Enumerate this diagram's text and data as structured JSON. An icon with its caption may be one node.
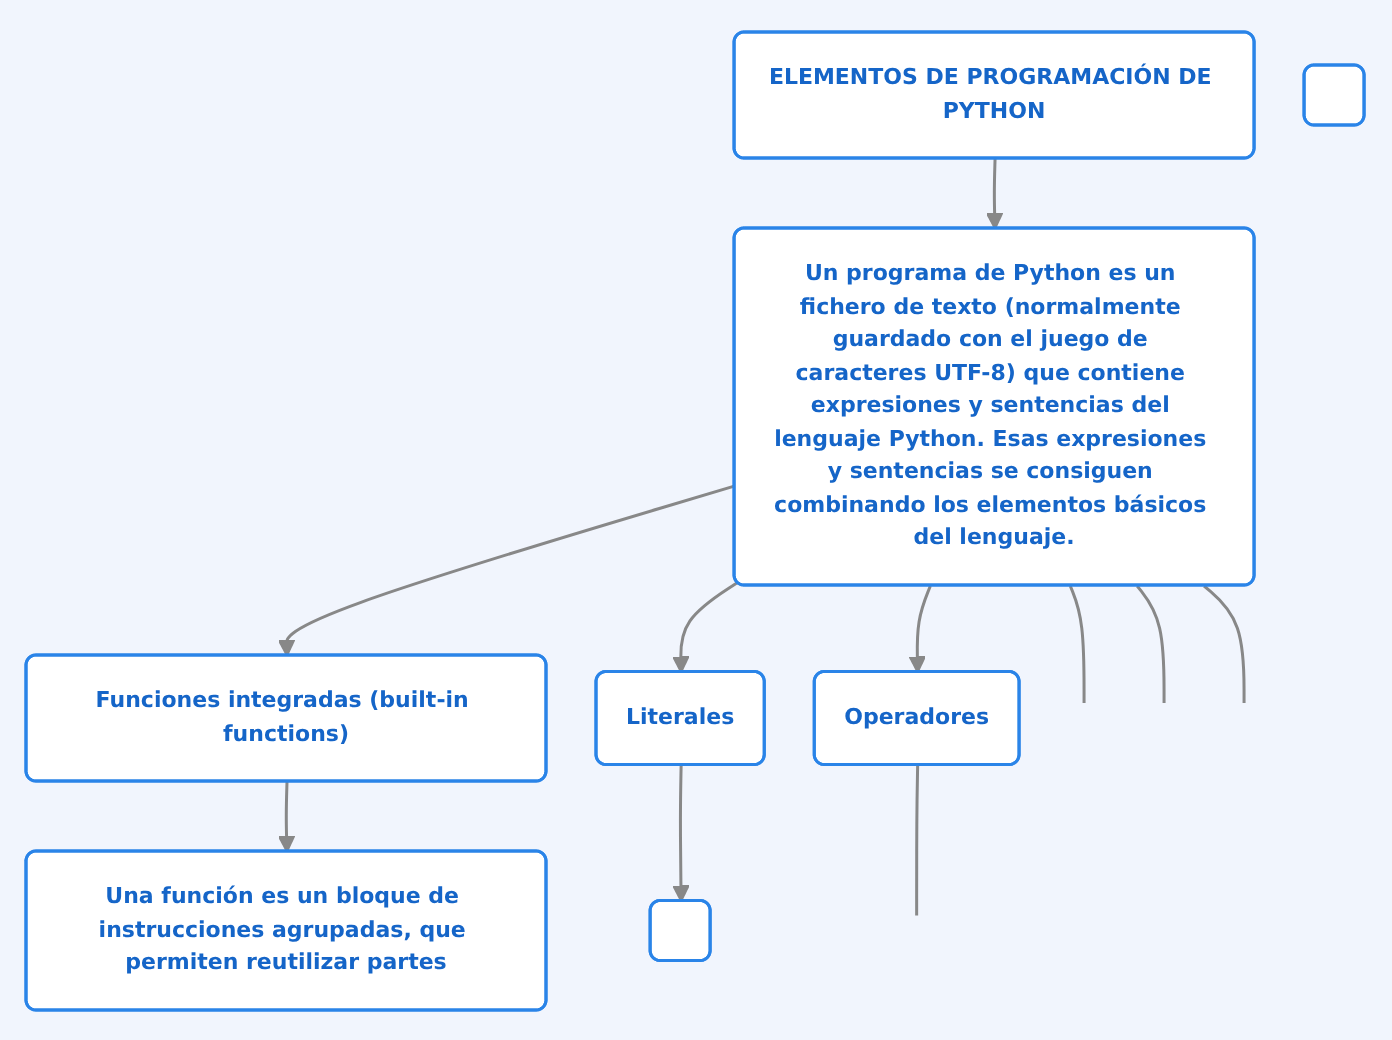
{
  "diagram": {
    "nodes": [
      {
        "text": [
          "ELEMENTOS DE PROGRAMACIÓN DE PYTHON"
        ]
      },
      {
        "text": [
          "Un programa de Python es un fichero de texto (normalmente guardado con el juego de caracteres UTF-8) que contiene expresiones y sentencias del lenguaje Python. Esas expresiones y sentencias se consiguen combinando los elementos básicos del lenguaje."
        ]
      },
      {
        "text": [
          "Funciones integradas (built-in functions)"
        ]
      },
      {
        "text": [
          "Literales"
        ]
      },
      {
        "text": [
          "Operadores"
        ]
      },
      {
        "text": [],
        "shape": "box"
      },
      {
        "text": [
          "Una función es un bloque de instrucciones agrupadas, que permiten reutilizar partes"
        ]
      },
      {
        "text": [],
        "shape": "box"
      }
    ],
    "edges": [
      {
        "from": 0,
        "to": 1,
        "arrow": "to"
      },
      {
        "from": 1,
        "to": null,
        "arrow": "none"
      },
      {
        "from": 1,
        "to": 2,
        "arrow": "to"
      },
      {
        "from": 1,
        "to": 3,
        "arrow": "to"
      },
      {
        "from": 1,
        "to": 4,
        "arrow": "to"
      },
      {
        "from": 1,
        "to": null,
        "arrow": "none"
      },
      {
        "from": 1,
        "to": null,
        "arrow": "none"
      },
      {
        "from": 2,
        "to": 6,
        "arrow": "to"
      },
      {
        "from": 3,
        "to": 7,
        "arrow": "to"
      },
      {
        "from": 4,
        "to": null,
        "arrow": "none"
      }
    ]
  }
}
